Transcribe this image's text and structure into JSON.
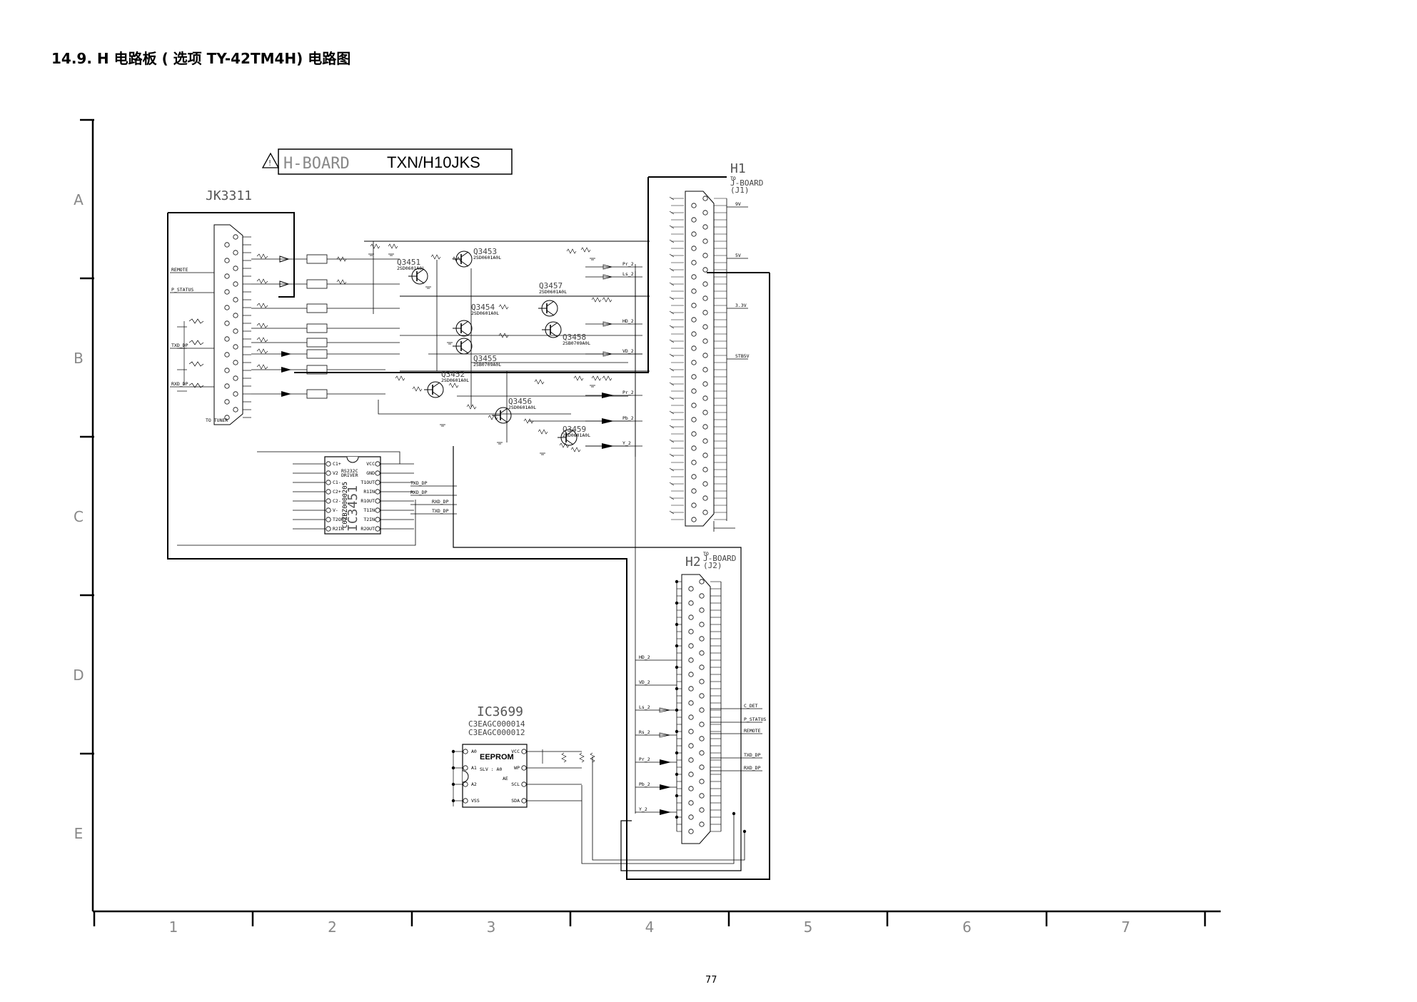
{
  "title": "14.9. H 电路板 ( 选项 TY-42TM4H) 电路图",
  "page_number": "77",
  "frame": {
    "row_letters": [
      "A",
      "B",
      "C",
      "D",
      "E"
    ],
    "column_numbers": [
      "1",
      "2",
      "3",
      "4",
      "5",
      "6",
      "7"
    ]
  },
  "board": {
    "name": "H-BOARD",
    "model": "TXN/H10JKS",
    "warning_icon": "warning-triangle-icon"
  },
  "connectors": {
    "jk": "JK3311",
    "jk_note": "TO TUNER",
    "h1": "H1",
    "h1_to": "TO",
    "h1_board": "J-BOARD",
    "h1_ref": "(J1)",
    "h2": "H2",
    "h2_to": "TO",
    "h2_board": "J-BOARD",
    "h2_ref": "(J2)"
  },
  "ics": {
    "ic3451": {
      "ref": "IC3451",
      "part": "C0ZBZ0000205",
      "func1": "RS232C",
      "func2": "DRIVER",
      "left_pins": [
        "C1+",
        "V2",
        "C1-",
        "C2+",
        "C2-",
        "V-",
        "T2OUT",
        "R2IN"
      ],
      "right_pins": [
        "VCC",
        "GND",
        "T1OUT",
        "R1IN",
        "R1OUT",
        "T1IN",
        "T2IN",
        "R2OUT"
      ]
    },
    "ic3699": {
      "ref": "IC3699",
      "part1": "C3EAGC000014",
      "part2": "C3EAGC000012",
      "type": "EEPROM",
      "addr1": "SLV : A0",
      "addr2": "AE",
      "left_pins": [
        "A0",
        "A1",
        "A2",
        "VSS"
      ],
      "right_pins": [
        "VCC",
        "WP",
        "SCL",
        "SDA"
      ]
    }
  },
  "transistors": [
    {
      "ref": "Q3451",
      "part": "2SD0601A0L"
    },
    {
      "ref": "Q3453",
      "part": "2SD0601A0L"
    },
    {
      "ref": "Q3454",
      "part": "2SD0601A0L"
    },
    {
      "ref": "Q3455",
      "part": "2SB0709A0L"
    },
    {
      "ref": "Q3457",
      "part": "2SD0601A0L"
    },
    {
      "ref": "Q3458",
      "part": "2SB0709A0L"
    },
    {
      "ref": "Q3452",
      "part": "2SD0601A0L"
    },
    {
      "ref": "Q3456",
      "part": "2SD0601A0L"
    },
    {
      "ref": "Q3459",
      "part": "2SD0601A0L"
    }
  ],
  "signals": {
    "h1_right": [
      "9V",
      "5V",
      "3.3V",
      "STB5V"
    ],
    "h2_right": [
      "C_DET",
      "P_STATUS",
      "REMOTE",
      "TXD_DP",
      "RXD_DP"
    ],
    "h2_left": [
      "HD_2",
      "VD_2",
      "Ls_2",
      "Rs_2",
      "Pr_2",
      "Pb_2",
      "Y_2"
    ],
    "jk_left": [
      "REMOTE",
      "P_STATUS",
      "TXD_DP",
      "RXD_DP"
    ],
    "mid_bus": [
      "Pr_2",
      "Ls_2",
      "HD_2",
      "VD_2",
      "Pr_2",
      "Pb_2",
      "Y_2"
    ],
    "ic_bus": [
      "TXD_DP",
      "RXD_DP",
      "RXD_DP",
      "TXD_DP"
    ]
  }
}
